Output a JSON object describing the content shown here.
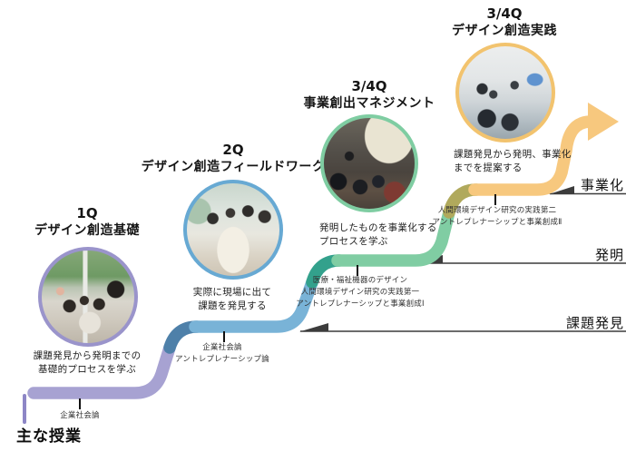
{
  "legend": {
    "main_courses_label": "主な授業"
  },
  "stages": [
    {
      "quarter": "1Q",
      "title": "デザイン創造基礎",
      "desc_line1": "課題発見から発明までの",
      "desc_line2": "基礎的プロセスを学ぶ",
      "courses": [
        "企業社会論"
      ],
      "ring_color": "#9a94cb",
      "photo": "outdoor-workshop-photo"
    },
    {
      "quarter": "2Q",
      "title": "デザイン創造フィールドワーク",
      "desc_line1": "実際に現場に出て",
      "desc_line2": "課題を発見する",
      "courses": [
        "企業社会論",
        "アントレプレナーシップ論"
      ],
      "ring_color": "#67a9d3",
      "photo": "hospital-fieldwork-photo"
    },
    {
      "quarter": "3/4Q",
      "title": "事業創出マネジメント",
      "desc_line1": "発明したものを事業化する",
      "desc_line2": "プロセスを学ぶ",
      "courses": [
        "医療・福祉機器のデザイン",
        "人間環境デザイン研究の実践第一",
        "アントレプレナーシップと事業創成Ⅰ"
      ],
      "ring_color": "#7fcda2",
      "photo": "lecture-hall-photo"
    },
    {
      "quarter": "3/4Q",
      "title": "デザイン創造実践",
      "desc_line1": "課題発見から発明、事業化",
      "desc_line2": "までを提案する",
      "courses": [
        "人間環境デザイン研究の実践第二",
        "アントレプレナーシップと事業創成Ⅱ"
      ],
      "ring_color": "#f2c36e",
      "photo": "presentation-room-photo"
    }
  ],
  "milestones": [
    {
      "label": "課題発見"
    },
    {
      "label": "発明"
    },
    {
      "label": "事業化"
    }
  ],
  "colors": {
    "purple": "#a7a2d2",
    "purple_dark": "#8d86c6",
    "blue": "#79b3d7",
    "blue_dark": "#4e80a9",
    "teal": "#80cda3",
    "teal_dark": "#33a18c",
    "yellow": "#f7c87e",
    "olive": "#b0a95c",
    "line": "#3c3c3c"
  }
}
